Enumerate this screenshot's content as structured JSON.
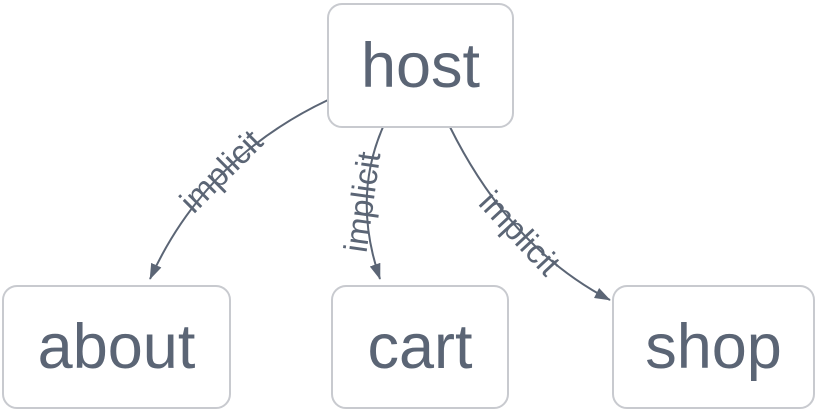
{
  "diagram": {
    "type": "node-link-graph",
    "nodes": [
      {
        "id": "host",
        "label": "host"
      },
      {
        "id": "about",
        "label": "about"
      },
      {
        "id": "cart",
        "label": "cart"
      },
      {
        "id": "shop",
        "label": "shop"
      }
    ],
    "edges": [
      {
        "from": "host",
        "to": "about",
        "label": "implicit"
      },
      {
        "from": "host",
        "to": "cart",
        "label": "implicit"
      },
      {
        "from": "host",
        "to": "shop",
        "label": "implicit"
      }
    ],
    "colors": {
      "background": "#ffffff",
      "node_fill": "#ffffff",
      "node_border": "#c8cacf",
      "node_text": "#5b6575",
      "edge": "#5b6575"
    }
  }
}
